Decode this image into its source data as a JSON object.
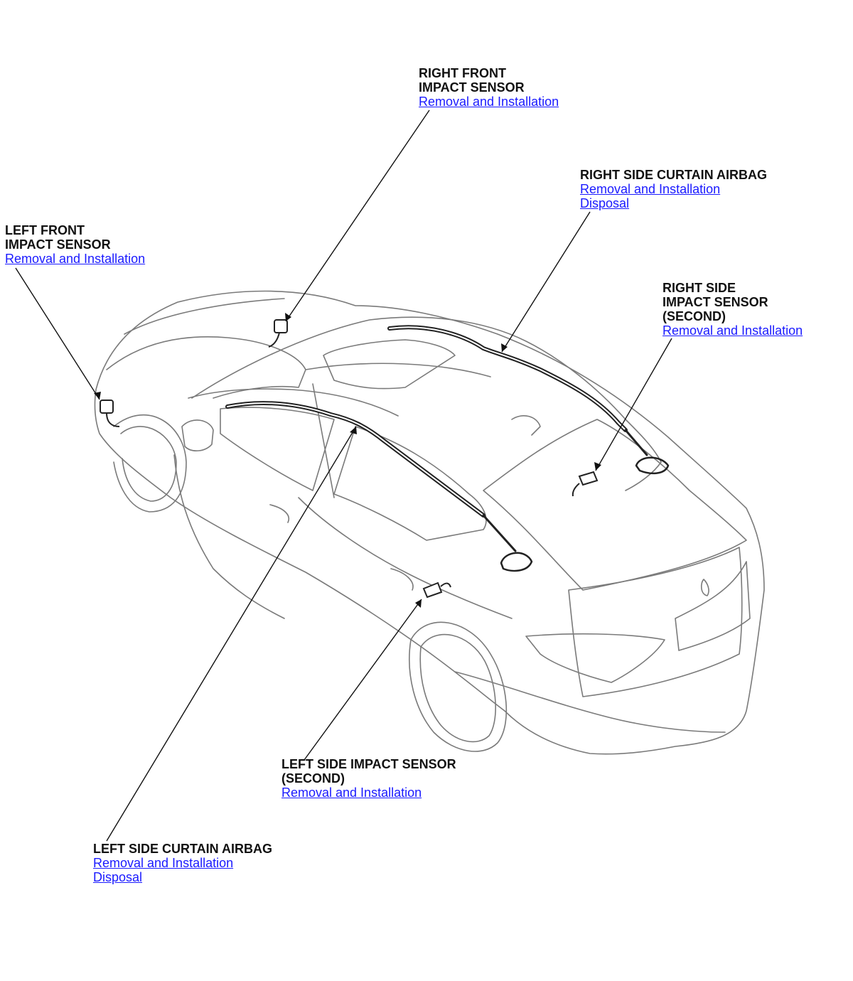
{
  "callouts": {
    "right_front_sensor": {
      "title_lines": [
        "RIGHT FRONT",
        "IMPACT SENSOR"
      ],
      "links": [
        "Removal and Installation"
      ]
    },
    "right_side_curtain_airbag": {
      "title_lines": [
        "RIGHT SIDE CURTAIN AIRBAG"
      ],
      "links": [
        "Removal and Installation",
        "Disposal"
      ]
    },
    "left_front_sensor": {
      "title_lines": [
        "LEFT FRONT",
        "IMPACT SENSOR"
      ],
      "links": [
        "Removal and Installation"
      ]
    },
    "right_side_sensor_second": {
      "title_lines": [
        "RIGHT SIDE",
        "IMPACT SENSOR",
        "(SECOND)"
      ],
      "links": [
        "Removal and Installation"
      ]
    },
    "left_side_sensor_second": {
      "title_lines": [
        "LEFT SIDE IMPACT SENSOR",
        "(SECOND)"
      ],
      "links": [
        "Removal and Installation"
      ]
    },
    "left_side_curtain_airbag": {
      "title_lines": [
        "LEFT SIDE CURTAIN AIRBAG"
      ],
      "links": [
        "Removal and Installation",
        "Disposal"
      ]
    }
  },
  "colors": {
    "label_text": "#111111",
    "link": "#1a1aff",
    "car_outline": "#7a7a7a",
    "component": "#222222",
    "leader": "#111111"
  }
}
